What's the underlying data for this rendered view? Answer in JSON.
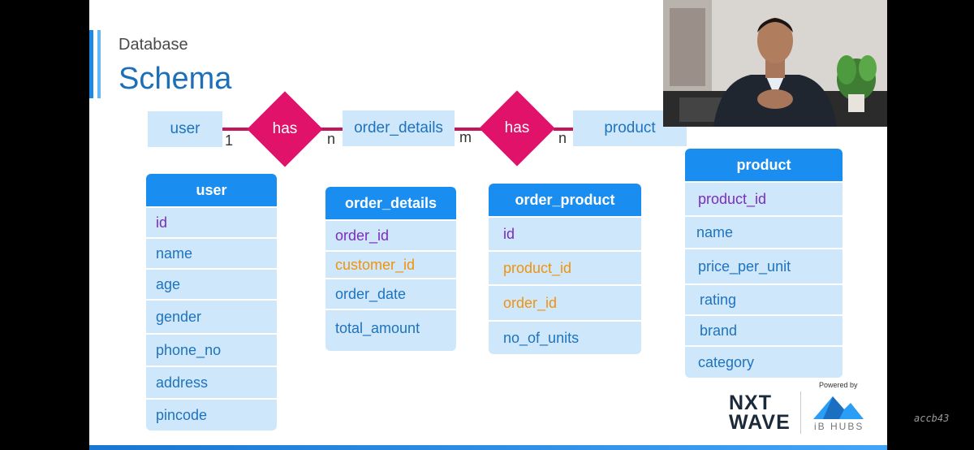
{
  "slide": {
    "title_small": "Database",
    "title_big": "Schema"
  },
  "er": {
    "entities": [
      "user",
      "order_details",
      "product"
    ],
    "relations": [
      "has",
      "has"
    ],
    "cardinalities": [
      "1",
      "n",
      "m",
      "n"
    ]
  },
  "tables": {
    "user": {
      "name": "user",
      "columns": [
        "id",
        "name",
        "age",
        "gender",
        "phone_no",
        "address",
        "pincode"
      ]
    },
    "order_details": {
      "name": "order_details",
      "columns": [
        "order_id",
        "customer_id",
        "order_date",
        "total_amount"
      ]
    },
    "order_product": {
      "name": "order_product",
      "columns": [
        "id",
        "product_id",
        "order_id",
        "no_of_units"
      ]
    },
    "product": {
      "name": "product",
      "columns": [
        "product_id",
        "name",
        "price_per_unit",
        "rating",
        "brand",
        "category"
      ]
    }
  },
  "colors": {
    "header": "#1a8df0",
    "row": "#cfe7fb",
    "primary_key": "#7b2cbf",
    "foreign_key": "#f0930c",
    "text": "#1e73be",
    "relation": "#e0126a"
  },
  "branding": {
    "powered_by": "Powered by",
    "nxt_line1": "NXT",
    "nxt_line2": "WAVE",
    "ibhubs": "iB HUBS"
  },
  "watermark": "accb43"
}
